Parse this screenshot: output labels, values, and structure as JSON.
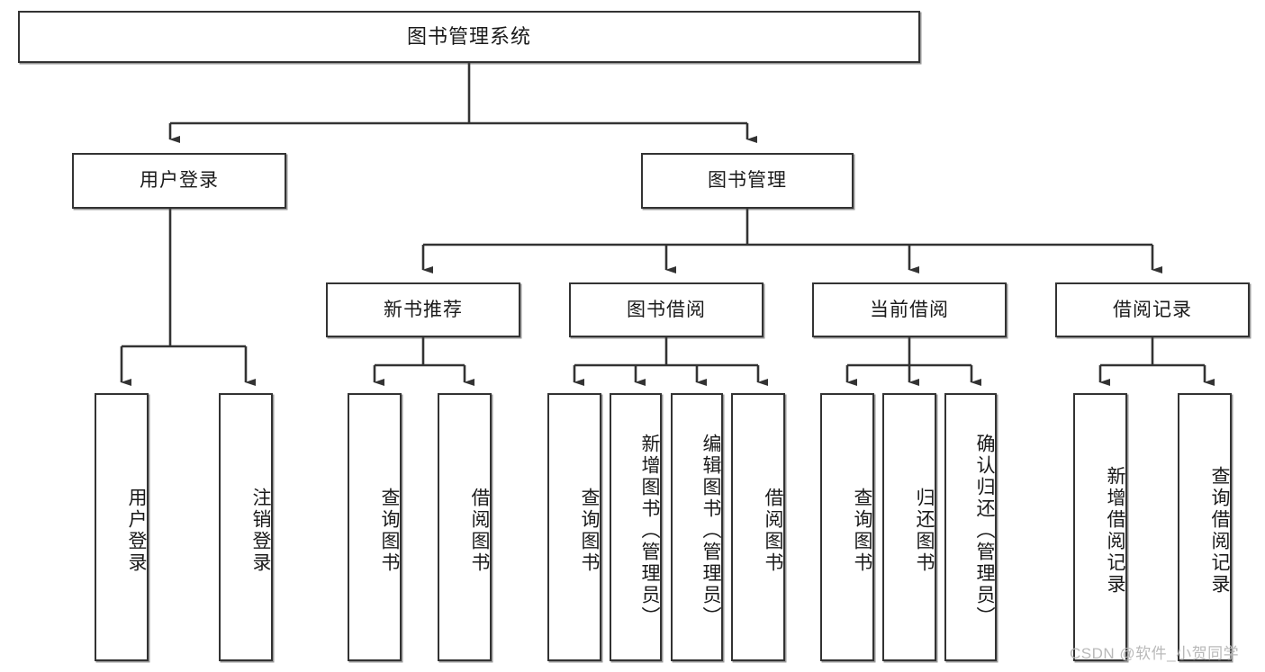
{
  "diagram": {
    "title": "图书管理系统",
    "type": "tree-hierarchy-chart",
    "watermark": "CSDN @软件_小贺同学",
    "colors": {
      "node_border": "#333333",
      "node_fill": "#ffffff",
      "edge": "#333333",
      "text": "#1a1a1a",
      "watermark": "#b9b9b9",
      "background": "#ffffff"
    },
    "root": {
      "id": "root",
      "label": "图书管理系统"
    },
    "level2": [
      {
        "id": "user-login",
        "label": "用户登录"
      },
      {
        "id": "book-manage",
        "label": "图书管理"
      }
    ],
    "level3": [
      {
        "id": "new-book-recommend",
        "label": "新书推荐"
      },
      {
        "id": "book-borrow",
        "label": "图书借阅"
      },
      {
        "id": "current-borrow",
        "label": "当前借阅"
      },
      {
        "id": "borrow-record",
        "label": "借阅记录"
      }
    ],
    "leaves": [
      {
        "id": "leaf-user-login",
        "label": "用户登录",
        "parent": "user-login"
      },
      {
        "id": "leaf-logout-login",
        "label": "注销登录",
        "parent": "user-login"
      },
      {
        "id": "leaf-query-book-1",
        "label": "查询图书",
        "parent": "new-book-recommend"
      },
      {
        "id": "leaf-borrow-book-1",
        "label": "借阅图书",
        "parent": "new-book-recommend"
      },
      {
        "id": "leaf-query-book-2",
        "label": "查询图书",
        "parent": "book-borrow"
      },
      {
        "id": "leaf-add-book",
        "label": "新增图书（管理员）",
        "parent": "book-borrow"
      },
      {
        "id": "leaf-edit-book",
        "label": "编辑图书（管理员）",
        "parent": "book-borrow"
      },
      {
        "id": "leaf-borrow-book-2",
        "label": "借阅图书",
        "parent": "book-borrow"
      },
      {
        "id": "leaf-query-book-3",
        "label": "查询图书",
        "parent": "current-borrow"
      },
      {
        "id": "leaf-return-book",
        "label": "归还图书",
        "parent": "current-borrow"
      },
      {
        "id": "leaf-confirm-return",
        "label": "确认归还（管理员）",
        "parent": "current-borrow"
      },
      {
        "id": "leaf-add-borrow-record",
        "label": "新增借阅记录",
        "parent": "borrow-record"
      },
      {
        "id": "leaf-query-borrow-record",
        "label": "查询借阅记录",
        "parent": "borrow-record"
      }
    ]
  }
}
